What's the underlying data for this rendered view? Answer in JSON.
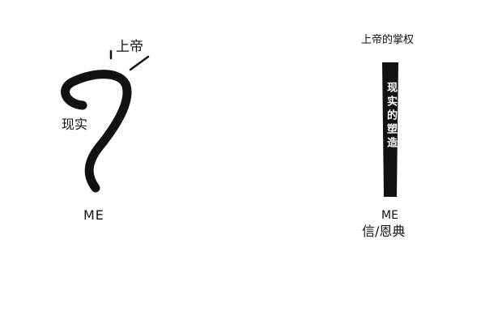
{
  "left_figure": {
    "god_label": "上帝",
    "reality_label": "现实",
    "me_label": "ME"
  },
  "right_figure": {
    "top_label": "上帝的掌权",
    "pillar_text": "现实的塑造",
    "me_label": "ME",
    "bottom_label": "信/恩典"
  },
  "colors": {
    "ink": "#111111",
    "background": "#ffffff",
    "pillar_text": "#ffffff"
  }
}
